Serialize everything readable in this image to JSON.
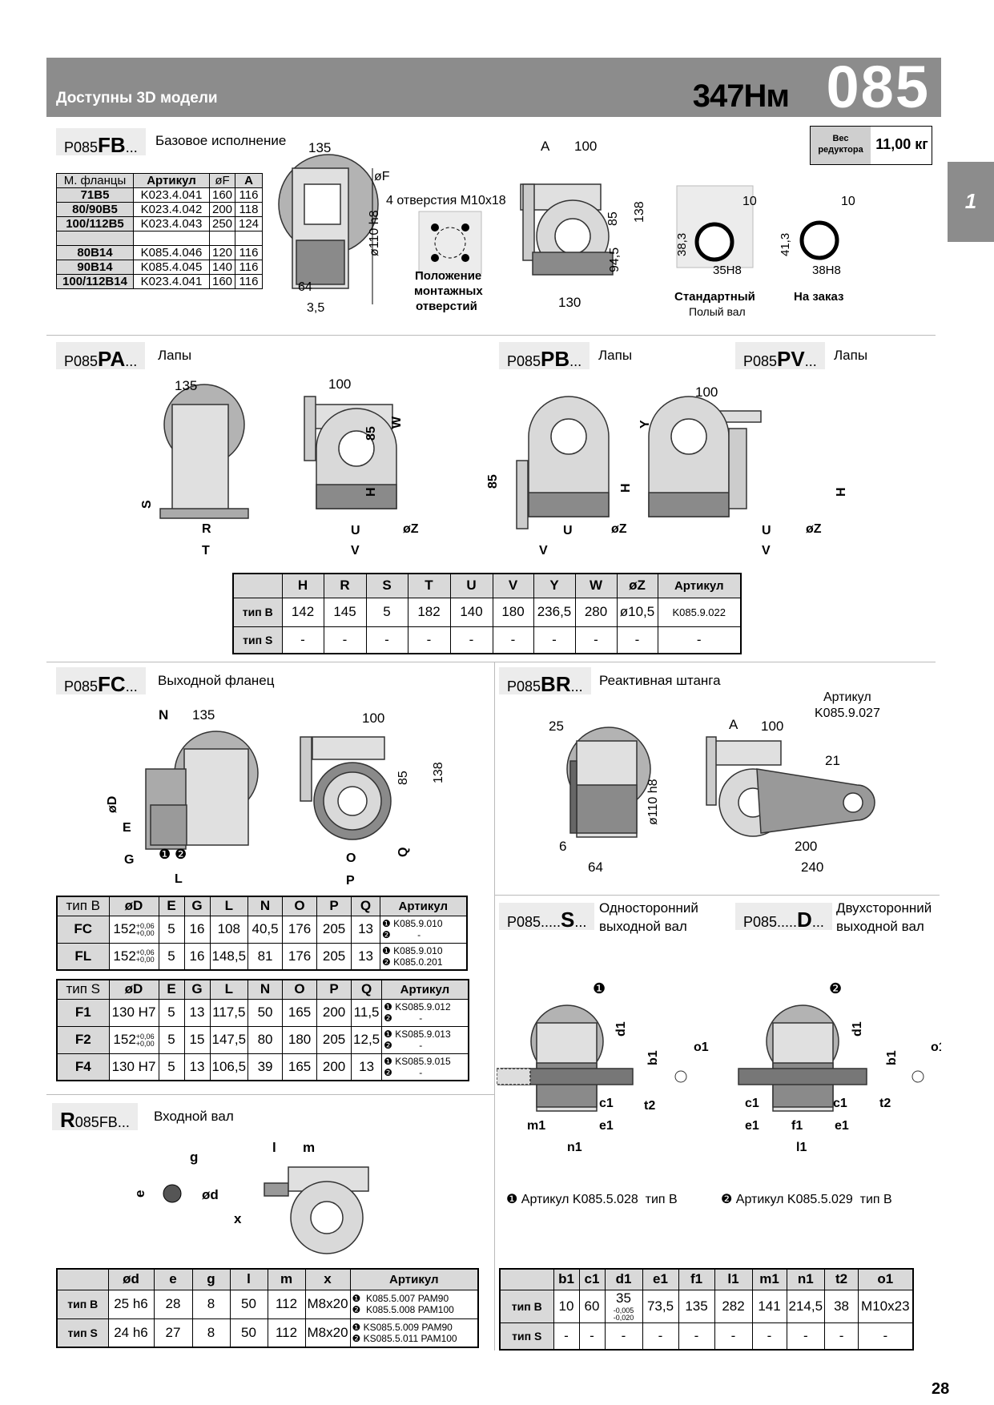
{
  "header": {
    "models_3d": "Доступны 3D модели",
    "torque": "347Нм",
    "model": "085"
  },
  "side_tab": "1",
  "weight": {
    "label_line1": "Вес",
    "label_line2": "редуктора",
    "value": "11,00 кг"
  },
  "page_number": "28",
  "fb": {
    "code_prefix": "P085",
    "code_main": "FB",
    "code_suffix": "...",
    "title": "Базовое исполнение",
    "table_head": [
      "М. фланцы",
      "Артикул",
      "øF",
      "A"
    ],
    "rows": [
      [
        "71B5",
        "K023.4.041",
        "160",
        "116"
      ],
      [
        "80/90B5",
        "K023.4.042",
        "200",
        "118"
      ],
      [
        "100/112B5",
        "K023.4.043",
        "250",
        "124"
      ],
      [
        "",
        "",
        "",
        ""
      ],
      [
        "80B14",
        "K085.4.046",
        "120",
        "116"
      ],
      [
        "90B14",
        "K085.4.045",
        "140",
        "116"
      ],
      [
        "100/112B14",
        "K023.4.041",
        "160",
        "116"
      ]
    ],
    "holes_label": "4 отверстия M10x18",
    "mount_caption": [
      "Положение",
      "монтажных",
      "отверстий"
    ],
    "std_caption": "Стандартный",
    "std_sub": "Полый вал",
    "order_caption": "На заказ",
    "dims": {
      "d135": "135",
      "dF": "øF",
      "d110": "ø110 h8",
      "d64": "64",
      "d35": "3,5",
      "dA": "A",
      "d100": "100",
      "d85": "85",
      "d138": "138",
      "d945": "94,5",
      "d130": "130",
      "k1": "10",
      "k2": "38,3",
      "k3": "35H8",
      "k4": "10",
      "k5": "41,3",
      "k6": "38H8"
    }
  },
  "pa": {
    "code_prefix": "P085",
    "code_main": "PA",
    "code_suffix": "...",
    "title": "Лапы"
  },
  "pb": {
    "code_prefix": "P085",
    "code_main": "PB",
    "code_suffix": "...",
    "title": "Лапы"
  },
  "pv": {
    "code_prefix": "P085",
    "code_main": "PV",
    "code_suffix": "...",
    "title": "Лапы"
  },
  "feet_dims": {
    "d135": "135",
    "d100": "100",
    "d85": "85",
    "dW": "W",
    "dH": "H",
    "dS": "S",
    "dR": "R",
    "dT": "T",
    "dU": "U",
    "dV": "V",
    "dZ": "øZ",
    "dY": "Y"
  },
  "feet_table": {
    "head": [
      "",
      "H",
      "R",
      "S",
      "T",
      "U",
      "V",
      "Y",
      "W",
      "øZ",
      "Артикул"
    ],
    "rows": [
      [
        "тип B",
        "142",
        "145",
        "5",
        "182",
        "140",
        "180",
        "236,5",
        "280",
        "ø10,5",
        "K085.9.022"
      ],
      [
        "тип S",
        "-",
        "-",
        "-",
        "-",
        "-",
        "-",
        "-",
        "-",
        "-",
        "-"
      ]
    ]
  },
  "fc": {
    "code_prefix": "P085",
    "code_main": "FC",
    "code_suffix": "...",
    "title": "Выходной фланец",
    "dims": {
      "dN": "N",
      "d135": "135",
      "dD": "øD",
      "dE": "E",
      "dG": "G",
      "dL": "L",
      "d100": "100",
      "d85": "85",
      "d138": "138",
      "dQ": "Q",
      "dO": "O",
      "dP": "P",
      "m1": "❶",
      "m2": "❷"
    },
    "table_b_head": [
      "тип B",
      "øD",
      "E",
      "G",
      "L",
      "N",
      "O",
      "P",
      "Q",
      "Артикул"
    ],
    "table_b_rows": [
      {
        "name": "FC",
        "d": "152",
        "tol_up": "+0,06",
        "tol_dn": "+0,00",
        "E": "5",
        "G": "16",
        "L": "108",
        "N": "40,5",
        "O": "176",
        "P": "205",
        "Q": "13",
        "a1": "K085.9.010",
        "a2": "-"
      },
      {
        "name": "FL",
        "d": "152",
        "tol_up": "+0,06",
        "tol_dn": "+0,00",
        "E": "5",
        "G": "16",
        "L": "148,5",
        "N": "81",
        "O": "176",
        "P": "205",
        "Q": "13",
        "a1": "K085.9.010",
        "a2": "K085.0.201"
      }
    ],
    "table_s_head": [
      "тип S",
      "øD",
      "E",
      "G",
      "L",
      "N",
      "O",
      "P",
      "Q",
      "Артикул"
    ],
    "table_s_rows": [
      {
        "name": "F1",
        "d": "130 H7",
        "tol_up": "",
        "tol_dn": "",
        "E": "5",
        "G": "13",
        "L": "117,5",
        "N": "50",
        "O": "165",
        "P": "200",
        "Q": "11,5",
        "a1": "KS085.9.012",
        "a2": "-"
      },
      {
        "name": "F2",
        "d": "152",
        "tol_up": "+0,06",
        "tol_dn": "+0,00",
        "E": "5",
        "G": "15",
        "L": "147,5",
        "N": "80",
        "O": "180",
        "P": "205",
        "Q": "12,5",
        "a1": "KS085.9.013",
        "a2": "-"
      },
      {
        "name": "F4",
        "d": "130 H7",
        "tol_up": "",
        "tol_dn": "",
        "E": "5",
        "G": "13",
        "L": "106,5",
        "N": "39",
        "O": "165",
        "P": "200",
        "Q": "13",
        "a1": "KS085.9.015",
        "a2": "-"
      }
    ]
  },
  "br": {
    "code_prefix": "P085",
    "code_main": "BR",
    "code_suffix": "...",
    "title": "Реактивная штанга",
    "art_label": "Артикул",
    "art_value": "K085.9.027",
    "dims": {
      "d25": "25",
      "d110": "ø110 h8",
      "d6": "6",
      "d64": "64",
      "dA": "A",
      "d100": "100",
      "d21": "21",
      "d200": "200",
      "d240": "240"
    }
  },
  "s": {
    "code_prefix": "P085.....",
    "code_main": "S",
    "code_suffix": "...",
    "title1": "Односторонний",
    "title2": "выходной вал"
  },
  "d": {
    "code_prefix": "P085.....",
    "code_main": "D",
    "code_suffix": "...",
    "title1": "Двухсторонний",
    "title2": "выходной вал"
  },
  "shaft_dims": {
    "d1": "d1",
    "b1": "b1",
    "o1": "o1",
    "t2": "t2",
    "c1": "c1",
    "m1": "m1",
    "e1": "e1",
    "n1": "n1",
    "f1": "f1",
    "l1": "l1",
    "mk1": "❶",
    "mk2": "❷"
  },
  "shaft_notes": {
    "n1_mark": "❶",
    "n1_text": "Артикул K085.5.028",
    "n1_type": "тип B",
    "n2_mark": "❷",
    "n2_text": "Артикул K085.5.029",
    "n2_type": "тип B"
  },
  "shaft_table": {
    "head": [
      "",
      "b1",
      "c1",
      "d1",
      "e1",
      "f1",
      "l1",
      "m1",
      "n1",
      "t2",
      "o1"
    ],
    "row_b": {
      "name": "тип B",
      "b1": "10",
      "c1": "60",
      "d1": "35",
      "d1_up": "-0,005",
      "d1_dn": "-0,020",
      "e1": "73,5",
      "f1": "135",
      "l1": "282",
      "m1": "141",
      "n1": "214,5",
      "t2": "38",
      "o1": "M10x23"
    },
    "row_s": [
      "тип S",
      "-",
      "-",
      "-",
      "-",
      "-",
      "-",
      "-",
      "-",
      "-",
      "-"
    ]
  },
  "r": {
    "code_main": "R",
    "code_rest": "085FB...",
    "title": "Входной вал",
    "dims": {
      "dl": "l",
      "dm": "m",
      "dg": "g",
      "de": "e",
      "dd": "ød",
      "dx": "x"
    },
    "head": [
      "",
      "ød",
      "e",
      "g",
      "l",
      "m",
      "x",
      "Артикул"
    ],
    "rows": [
      {
        "name": "тип B",
        "d": "25 h6",
        "e": "28",
        "g": "8",
        "l": "50",
        "m": "112",
        "x": "M8x20",
        "a1": "K085.5.007 PAM90",
        "a2": "K085.5.008 PAM100"
      },
      {
        "name": "тип S",
        "d": "24 h6",
        "e": "27",
        "g": "8",
        "l": "50",
        "m": "112",
        "x": "M8x20",
        "a1": "KS085.5.009 PAM90",
        "a2": "KS085.5.011 PAM100"
      }
    ]
  }
}
